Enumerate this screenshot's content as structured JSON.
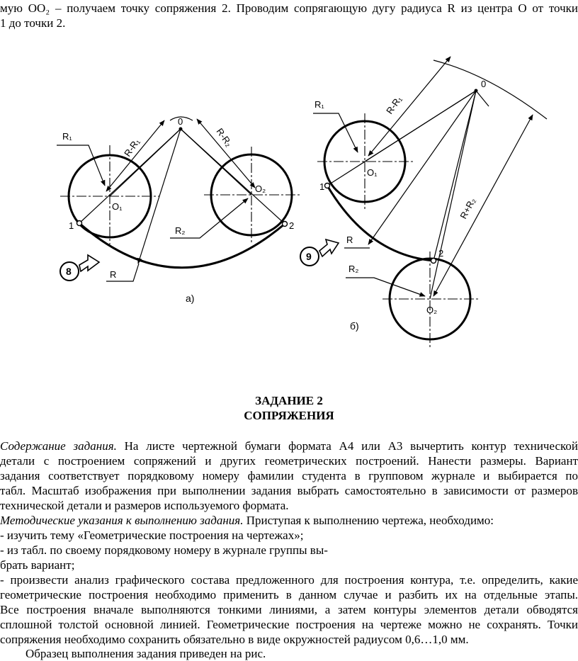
{
  "intro": {
    "line1": "мую ОО₂ – получаем точку сопряжения 2. Проводим сопрягающую дугу радиуса R из центра О от точки",
    "line2": "1 до точки 2."
  },
  "figure_a": {
    "labels": {
      "r1": "R₁",
      "r_minus_r1": "R-R₁",
      "o": "0",
      "r_minus_r2": "R-R₂",
      "o2": "O₂",
      "o1": "O₁",
      "pt1": "1",
      "pt2": "2",
      "r2": "R₂",
      "r": "R",
      "circle_num": "8",
      "caption": "а)"
    }
  },
  "figure_b": {
    "labels": {
      "r1": "R₁",
      "r_minus_r1": "R-R₁",
      "o": "0",
      "o1": "O₁",
      "pt1": "1",
      "r": "R",
      "r_plus_r2": "R+R₂",
      "pt2": "2",
      "r2": "R₂",
      "o2": "O₂",
      "circle_num": "9",
      "caption": "б)"
    }
  },
  "task": {
    "heading1": "ЗАДАНИЕ 2",
    "heading2": "СОПРЯЖЕНИЯ"
  },
  "content": {
    "lead_italic": "Содержание задания.",
    "l1_rest": " На листе чертежной бумаги формата А4 или А3 вычертить контур технической",
    "l2": "детали с построением сопряжений и других геометрических построений. Нанести размеры. Вариант",
    "l3": "задания соответствует порядковому номеру фамилии студента в групповом журнале и выбирается по",
    "l4": "табл. Масштаб изображения при выполнении задания выбрать самостоятельно в зависимости от размеров",
    "l5": "технической детали и размеров используемого формата."
  },
  "methods": {
    "lead_italic": "Методические указания к выполнению задания.",
    "l1_rest": " Приступая к выполнению чертежа, необходимо:",
    "b1": "- изучить тему «Геометрические построения на чертежах»;",
    "b2a": "- из табл.  по своему порядковому номеру в журнале группы вы-",
    "b2b": "брать вариант;",
    "b3_1": "- произвести анализ графического состава предложенного для построения контура, т.е. определить, какие",
    "b3_2": "геометрические построения необходимо применить в данном случае и разбить их на отдельные этапы.",
    "b3_3": "Все построения вначале выполняются тонкими линиями, а затем контуры элементов детали обводятся",
    "b3_4": "сплошной толстой основной линией. Геометрические построения на чертеже можно не сохранять. Точки",
    "b3_5": "сопряжения необходимо сохранить обязательно в виде окружностей радиусом 0,6…1,0 мм.",
    "sample": "Образец выполнения задания приведен на рис."
  }
}
